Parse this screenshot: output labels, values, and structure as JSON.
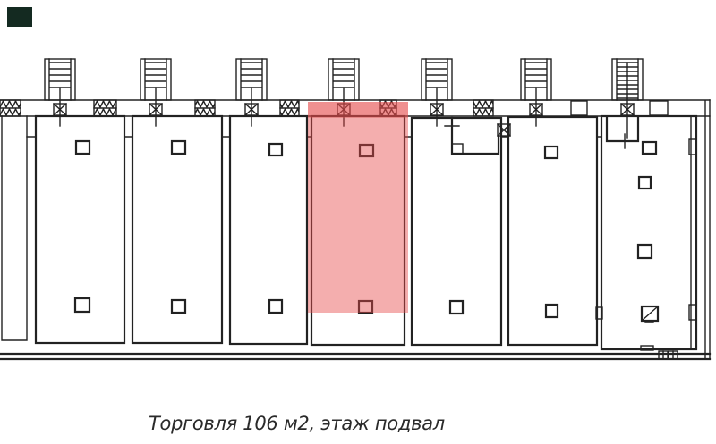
{
  "caption": {
    "text": "Торговля 106 м2, этаж подвал"
  },
  "colors": {
    "highlight": "#e64c4c",
    "logo": "#142a21",
    "line": "#222222",
    "background": "#ffffff"
  },
  "plan": {
    "units_total": 7,
    "highlighted_unit_index": 4,
    "stair_entrances": 7
  }
}
